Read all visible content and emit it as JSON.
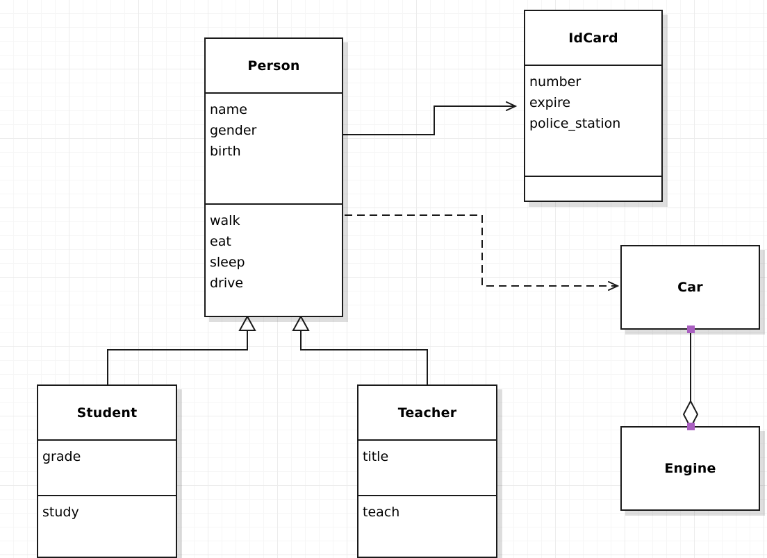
{
  "diagram": {
    "kind": "uml-class-diagram",
    "background": "#ffffff",
    "grid_color": "#ececec",
    "line_color": "#1a1a1a",
    "selection_handle_color": "#a95fc0"
  },
  "classes": {
    "person": {
      "name": "Person",
      "attributes": [
        "name",
        "gender",
        "birth"
      ],
      "methods": [
        "walk",
        "eat",
        "sleep",
        "drive"
      ]
    },
    "idcard": {
      "name": "IdCard",
      "attributes": [
        "number",
        "expire",
        "police_station"
      ],
      "methods": []
    },
    "student": {
      "name": "Student",
      "attributes": [
        "grade"
      ],
      "methods": [
        "study"
      ]
    },
    "teacher": {
      "name": "Teacher",
      "attributes": [
        "title"
      ],
      "methods": [
        "teach"
      ]
    },
    "car": {
      "name": "Car",
      "attributes": [],
      "methods": []
    },
    "engine": {
      "name": "Engine",
      "attributes": [],
      "methods": []
    }
  },
  "relationships": [
    {
      "id": "person-idcard",
      "type": "association",
      "style": "solid",
      "arrowhead": "open",
      "from": "Person",
      "to": "IdCard",
      "label": ""
    },
    {
      "id": "person-car",
      "type": "dependency",
      "style": "dashed",
      "arrowhead": "open",
      "from": "Person",
      "to": "Car",
      "label": ""
    },
    {
      "id": "student-person",
      "type": "generalization",
      "style": "solid",
      "arrowhead": "hollow-triangle",
      "from": "Student",
      "to": "Person",
      "label": ""
    },
    {
      "id": "teacher-person",
      "type": "generalization",
      "style": "solid",
      "arrowhead": "hollow-triangle",
      "from": "Teacher",
      "to": "Person",
      "label": ""
    },
    {
      "id": "car-engine",
      "type": "aggregation",
      "style": "solid",
      "arrowhead": "hollow-diamond",
      "from": "Car",
      "to": "Engine",
      "label": "",
      "selected": true
    }
  ]
}
